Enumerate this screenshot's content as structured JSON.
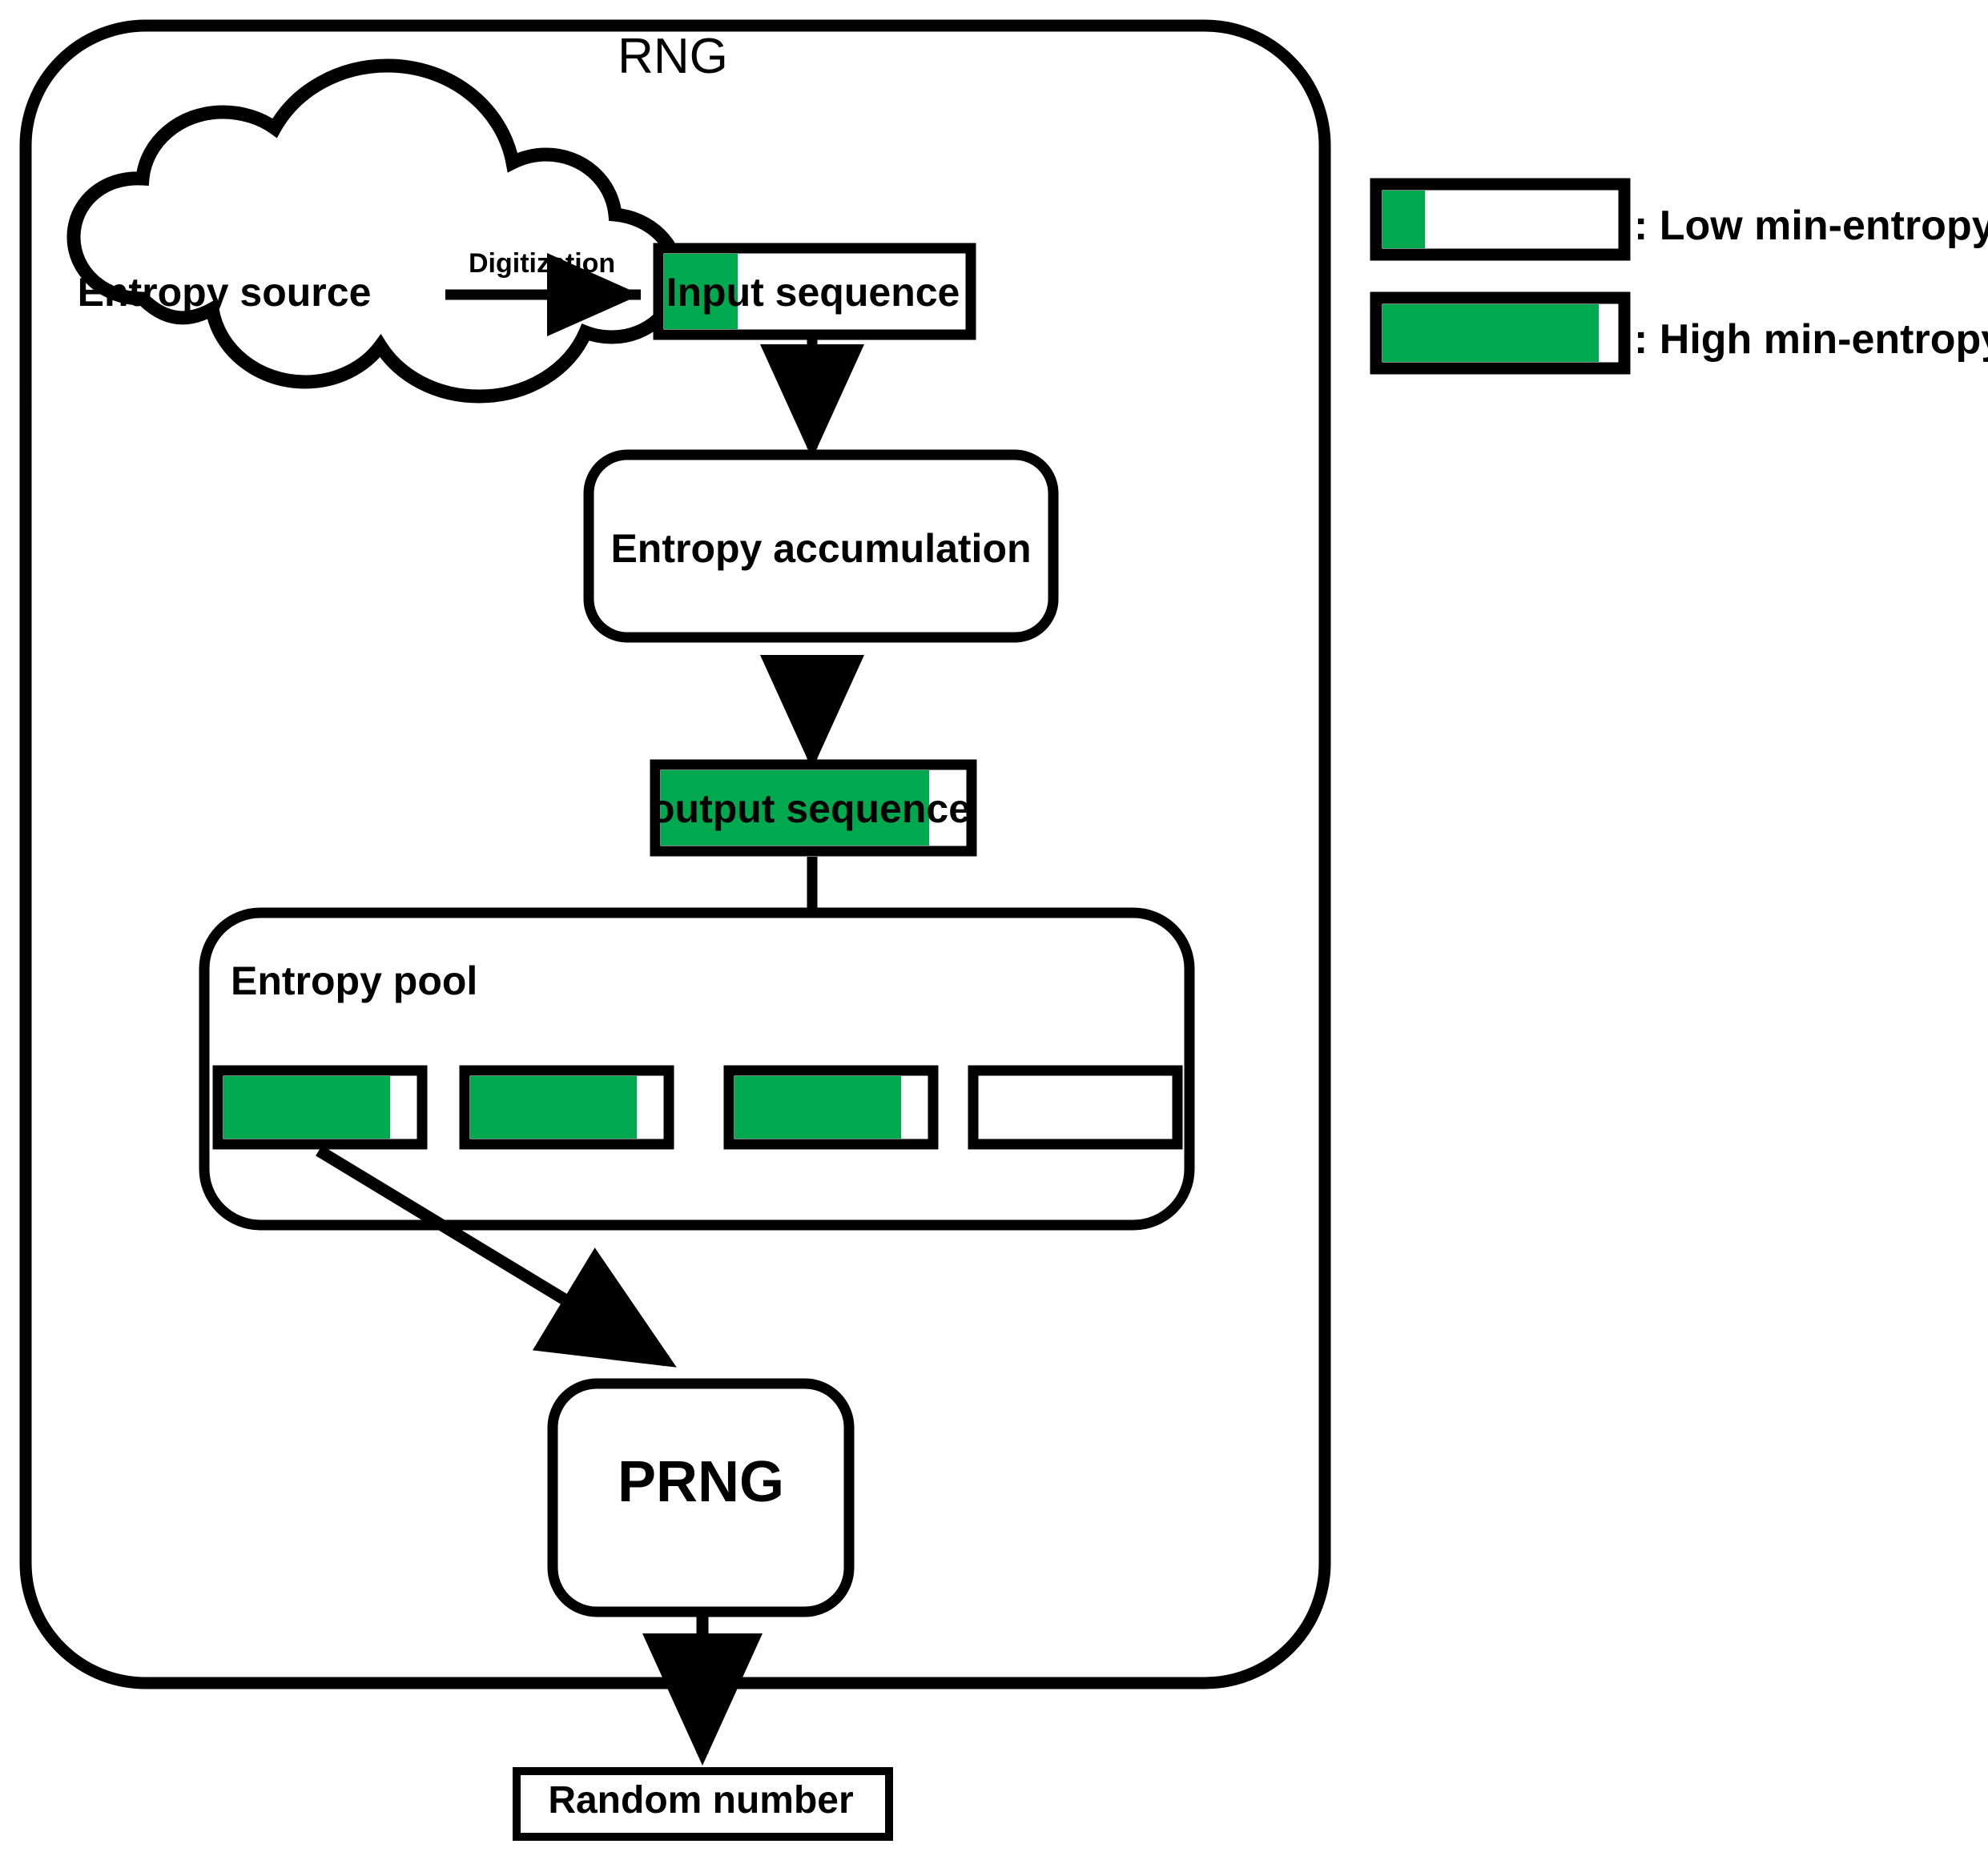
{
  "diagram": {
    "title": "RNG",
    "nodes": {
      "entropy_source": "Entropy source",
      "digitization": "Digitization",
      "input_sequence": "Input sequence",
      "entropy_accumulation": "Entropy accumulation",
      "output_sequence": "output sequence",
      "entropy_pool": "Entropy pool",
      "prng": "PRNG",
      "random_number": "Random number"
    },
    "colors": {
      "entropy_fill": "#00A94F",
      "stroke": "#000000",
      "background": "#FFFFFF"
    },
    "bars": {
      "input_sequence_fill_pct": 25,
      "output_sequence_fill_pct": 88,
      "entropy_pool_fill_pcts": [
        84,
        84,
        84,
        0
      ]
    }
  },
  "legend": {
    "items": [
      {
        "label": ": Low min-entropy",
        "fill_pct": 17
      },
      {
        "label": ": High min-entropy",
        "fill_pct": 87
      }
    ]
  }
}
